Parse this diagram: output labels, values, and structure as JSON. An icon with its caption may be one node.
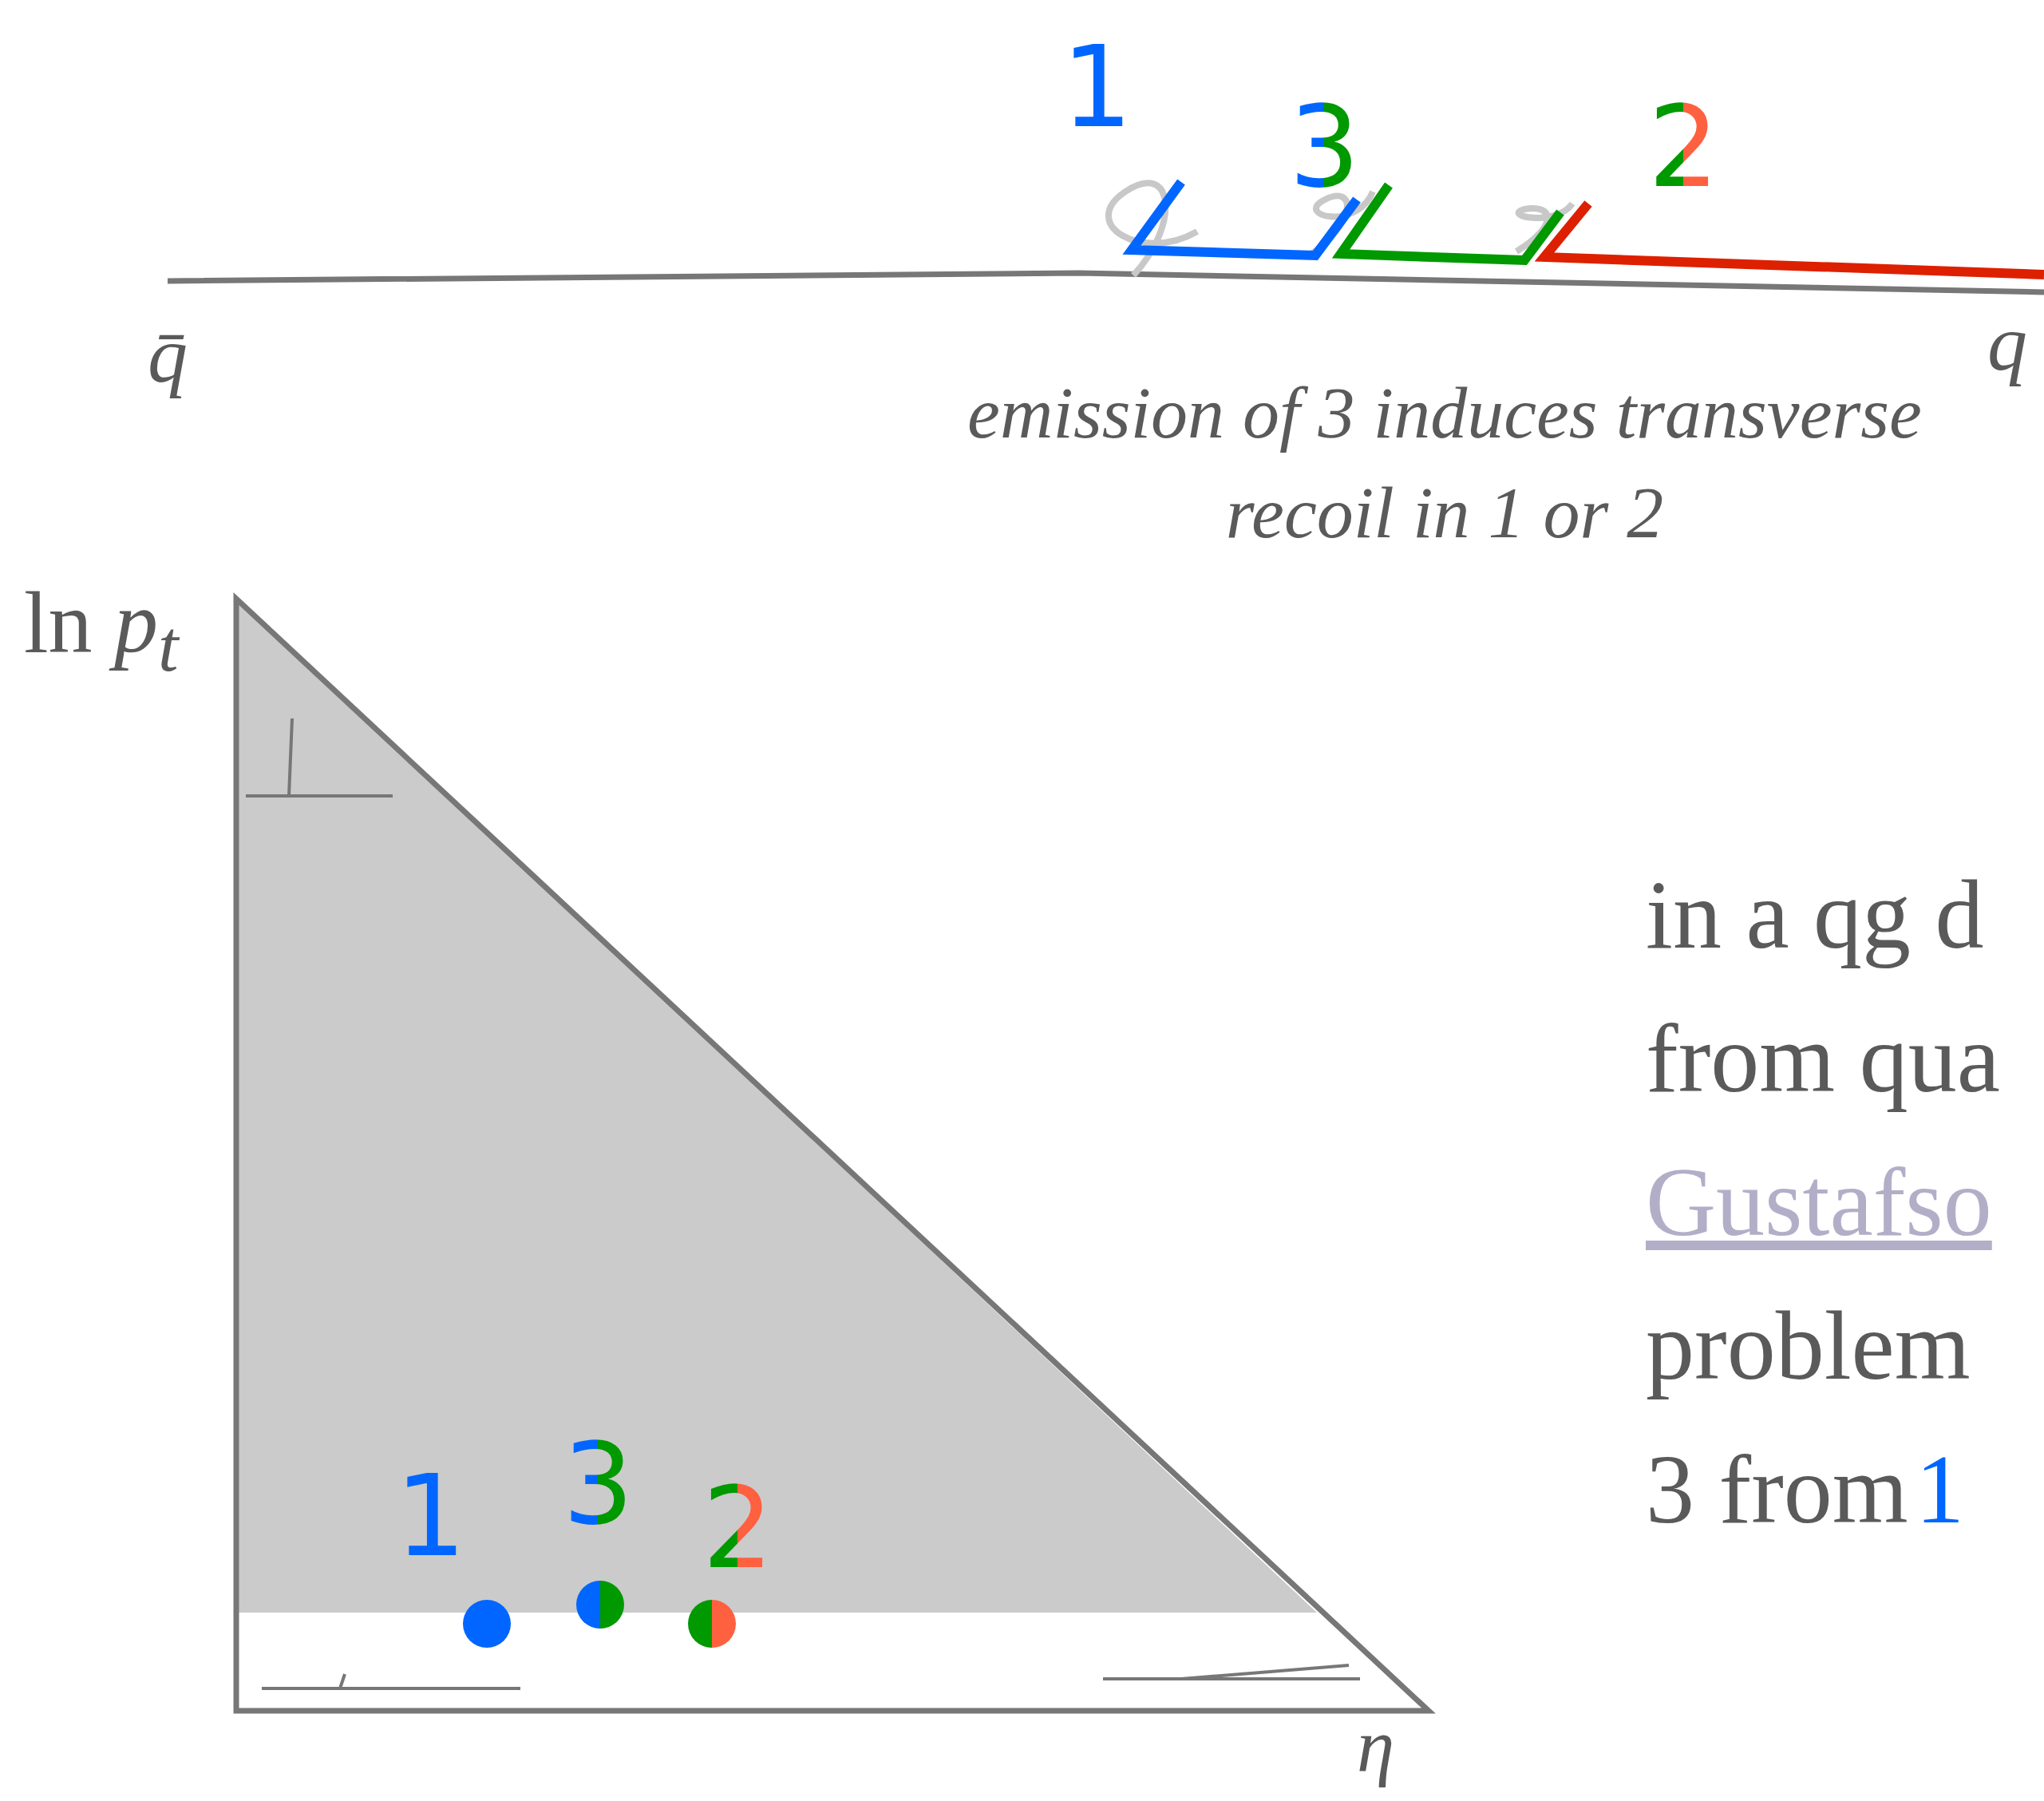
{
  "diagram": {
    "labels": [
      "1",
      "3",
      "2",
      "q̄",
      "q",
      "emission of 3 induces transverse recoil in 1 or 2",
      "ln *p*$_{t}$",
      "1",
      "3",
      "2",
      "η",
      "in a qg d",
      "from qua",
      "Gustafso",
      "problem",
      "3 from",
      "1"
    ]
  }
}
